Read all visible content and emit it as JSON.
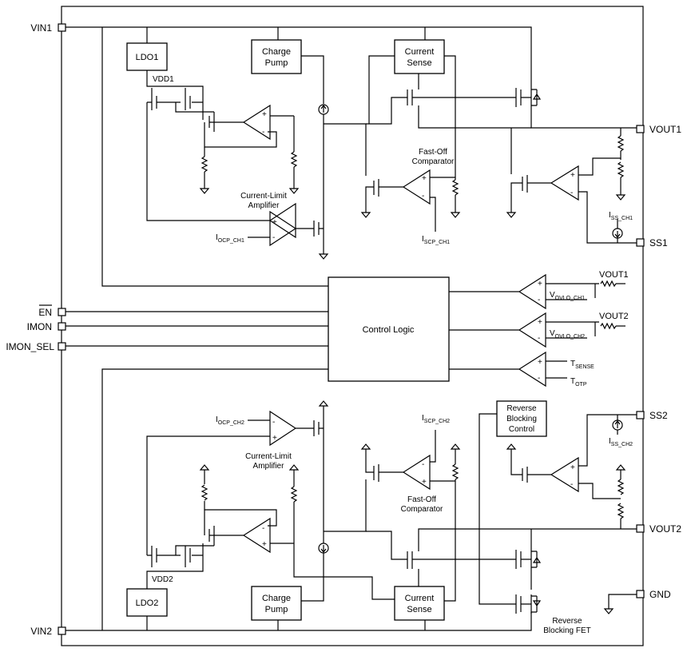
{
  "pins": {
    "vin1": "VIN1",
    "en": "EN",
    "imon": "IMON",
    "imon_sel": "IMON_SEL",
    "vin2": "VIN2",
    "vout1": "VOUT1",
    "ss1": "SS1",
    "ss2": "SS2",
    "vout2": "VOUT2",
    "gnd": "GND"
  },
  "blocks": {
    "ldo1": "LDO1",
    "ldo2": "LDO2",
    "charge_pump_1": [
      "Charge",
      "Pump"
    ],
    "charge_pump_2": [
      "Charge",
      "Pump"
    ],
    "current_sense_1": [
      "Current",
      "Sense"
    ],
    "current_sense_2": [
      "Current",
      "Sense"
    ],
    "control_logic": "Control Logic",
    "reverse_blocking_control": [
      "Reverse",
      "Blocking",
      "Control"
    ]
  },
  "labels": {
    "vdd1": "VDD1",
    "vdd2": "VDD2",
    "cla_1": [
      "Current-Limit",
      "Amplifier"
    ],
    "cla_2": [
      "Current-Limit",
      "Amplifier"
    ],
    "fast_off_1": [
      "Fast-Off",
      "Comparator"
    ],
    "fast_off_2": [
      "Fast-Off",
      "Comparator"
    ],
    "reverse_blocking_fet": [
      "Reverse",
      "Blocking FET"
    ],
    "ocp_ch1": {
      "main": "I",
      "sub": "OCP_CH1"
    },
    "ocp_ch2": {
      "main": "I",
      "sub": "OCP_CH2"
    },
    "scp_ch1": {
      "main": "I",
      "sub": "SCP_CH1"
    },
    "scp_ch2": {
      "main": "I",
      "sub": "SCP_CH2"
    },
    "ss_ch1": {
      "main": "I",
      "sub": "SS_CH1"
    },
    "ss_ch2": {
      "main": "I",
      "sub": "SS_CH2"
    },
    "vovlo_ch1": {
      "main": "V",
      "sub": "OVLO_CH1"
    },
    "vovlo_ch2": {
      "main": "V",
      "sub": "OVLO_CH2"
    },
    "tsense": {
      "main": "T",
      "sub": "SENSE"
    },
    "totp": {
      "main": "T",
      "sub": "OTP"
    },
    "vout1_ref": "VOUT1",
    "vout2_ref": "VOUT2",
    "plus": "+",
    "minus": "-"
  }
}
